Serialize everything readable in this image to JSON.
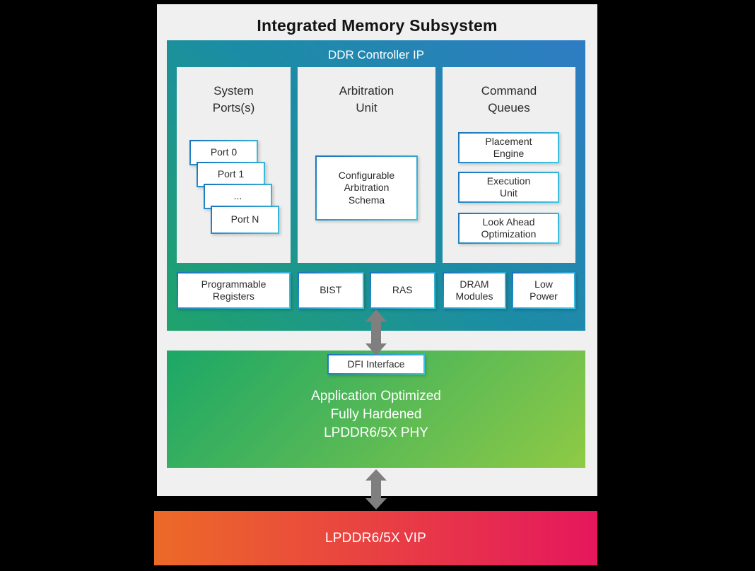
{
  "colors": {
    "background": "#000000",
    "panel": "#f0f0f0",
    "ddr_gradient": [
      "#1fa36b",
      "#1b8da4",
      "#2e7cc4"
    ],
    "phy_gradient": [
      "#1ba767",
      "#8fca45"
    ],
    "vip_gradient": [
      "#ec6a28",
      "#e5175d"
    ],
    "box_border_gradient": [
      "#1a74bc",
      "#3ec6e0"
    ],
    "arrow": "#7f7f7f"
  },
  "diagram": {
    "title": "Integrated Memory Subsystem",
    "ddr": {
      "label": "DDR Controller IP",
      "system_ports": {
        "title": "System\nPorts(s)",
        "ports": [
          "Port 0",
          "Port 1",
          "...",
          "Port N"
        ]
      },
      "arbitration": {
        "title": "Arbitration\nUnit",
        "box": "Configurable\nArbitration\nSchema"
      },
      "command_queues": {
        "title": "Command\nQueues",
        "boxes": [
          "Placement\nEngine",
          "Execution\nUnit",
          "Look Ahead\nOptimization"
        ]
      },
      "bottom_row": [
        "Programmable\nRegisters",
        "BIST",
        "RAS",
        "DRAM\nModules",
        "Low\nPower"
      ]
    },
    "phy": {
      "dfi_label": "DFI Interface",
      "lines": [
        "Application Optimized",
        "Fully Hardened",
        "LPDDR6/5X PHY"
      ]
    },
    "vip_label": "LPDDR6/5X VIP"
  }
}
